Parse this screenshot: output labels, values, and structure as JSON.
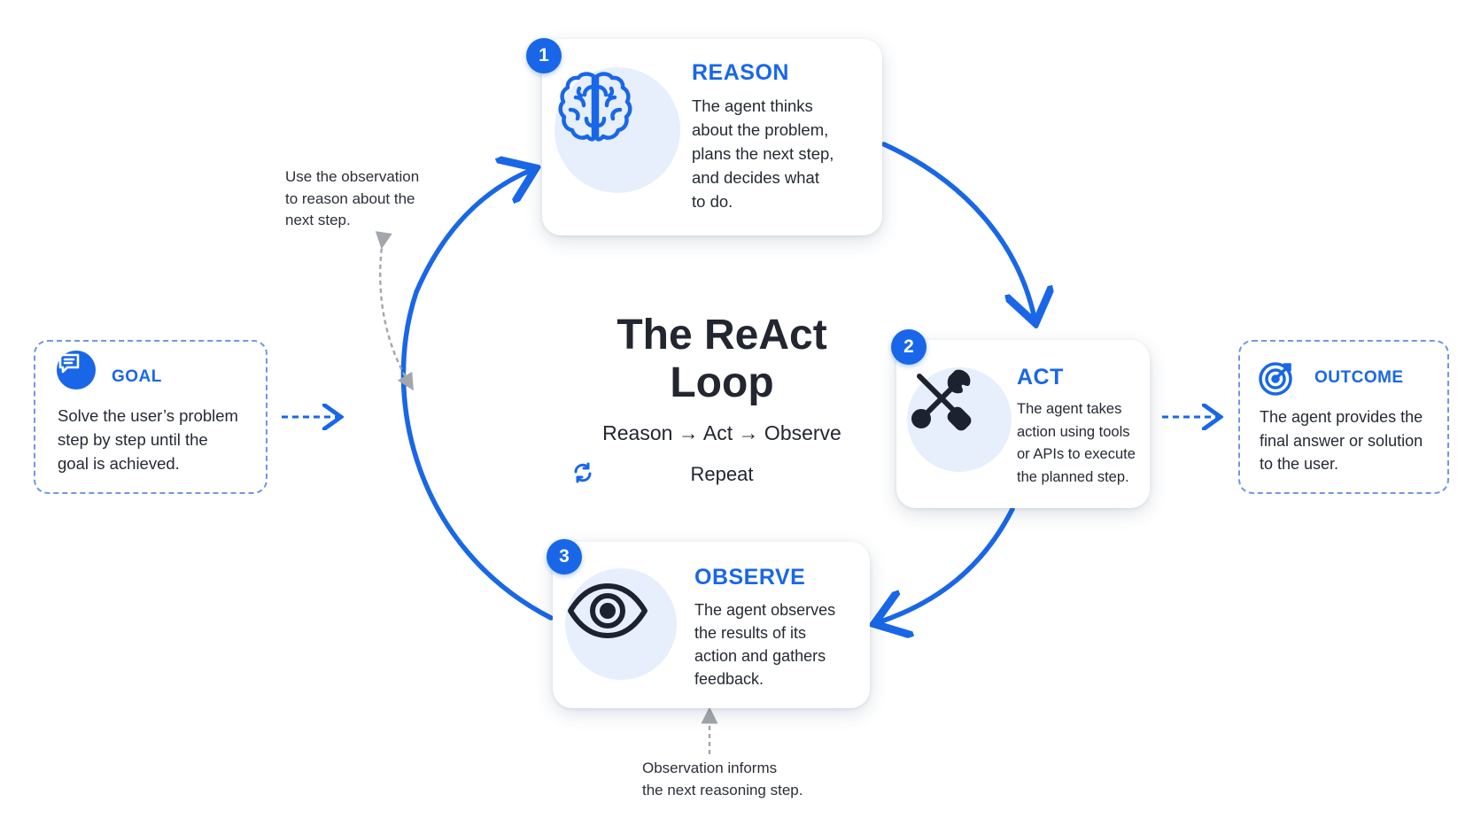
{
  "center": {
    "title_line1": "The ReAct",
    "title_line2": "Loop",
    "subtitle": "Reason → Act → Observe",
    "repeat": "Repeat"
  },
  "steps": [
    {
      "number": "1",
      "title": "REASON",
      "icon": "brain-icon",
      "lines": [
        "The agent thinks",
        "about the problem,",
        "plans the next step,",
        "and decides what",
        "to do."
      ]
    },
    {
      "number": "2",
      "title": "ACT",
      "icon": "tools-icon",
      "lines": [
        "The agent takes",
        "action using tools",
        "or APIs to execute",
        "the planned step."
      ]
    },
    {
      "number": "3",
      "title": "OBSERVE",
      "icon": "eye-icon",
      "lines": [
        "The agent observes",
        "the results of its",
        "action and gathers",
        "feedback."
      ]
    }
  ],
  "goal": {
    "title": "GOAL",
    "icon": "chat-icon",
    "lines": [
      "Solve the user’s problem",
      "step by step until the",
      "goal is achieved."
    ]
  },
  "outcome": {
    "title": "OUTCOME",
    "icon": "target-icon",
    "lines": [
      "The agent provides the",
      "final answer or solution",
      "to the user."
    ]
  },
  "notes": {
    "reason_feedback": [
      "Use the observation",
      "to reason about the",
      "next step."
    ],
    "observe_feedback": [
      "Observation informs",
      "the next reasoning step."
    ]
  },
  "colors": {
    "accent": "#1967e8",
    "icon_bg": "#e7effc",
    "text": "#252a33",
    "gray_arrow": "#9a9da3"
  }
}
